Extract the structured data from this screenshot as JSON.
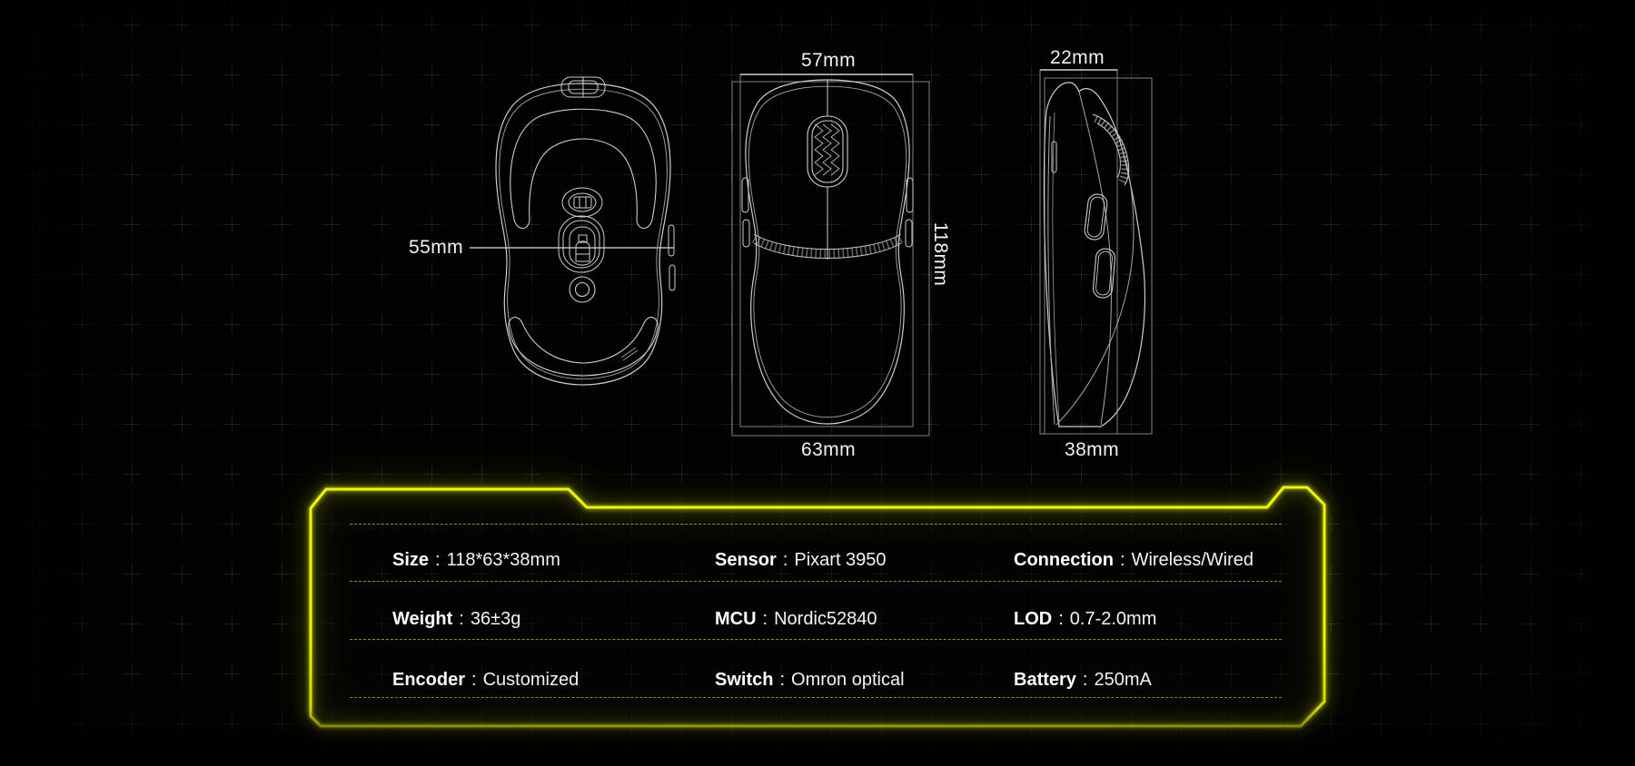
{
  "dimension_labels": {
    "top_view_width": "57mm",
    "side_view_top_width": "22mm",
    "sensor_distance": "55mm",
    "length": "118mm",
    "bottom_width": "63mm",
    "height": "38mm"
  },
  "spec_table": {
    "separator": ":",
    "rows": [
      {
        "cells": [
          {
            "label": "Size",
            "value": "118*63*38mm"
          },
          {
            "label": "Sensor",
            "value": "Pixart 3950"
          },
          {
            "label": "Connection",
            "value": "Wireless/Wired"
          }
        ]
      },
      {
        "cells": [
          {
            "label": "Weight",
            "value": "36±3g"
          },
          {
            "label": "MCU",
            "value": "Nordic52840"
          },
          {
            "label": "LOD",
            "value": "0.7-2.0mm"
          }
        ]
      },
      {
        "cells": [
          {
            "label": "Encoder",
            "value": "Customized"
          },
          {
            "label": "Switch",
            "value": "Omron optical"
          },
          {
            "label": "Battery",
            "value": "250mA"
          }
        ]
      }
    ]
  },
  "colors": {
    "background": "#020202",
    "accent_yellow": "#eef600",
    "divider_yellow": "#a8ae14",
    "line_art": "#c9c9c9",
    "text": "#ffffff"
  }
}
